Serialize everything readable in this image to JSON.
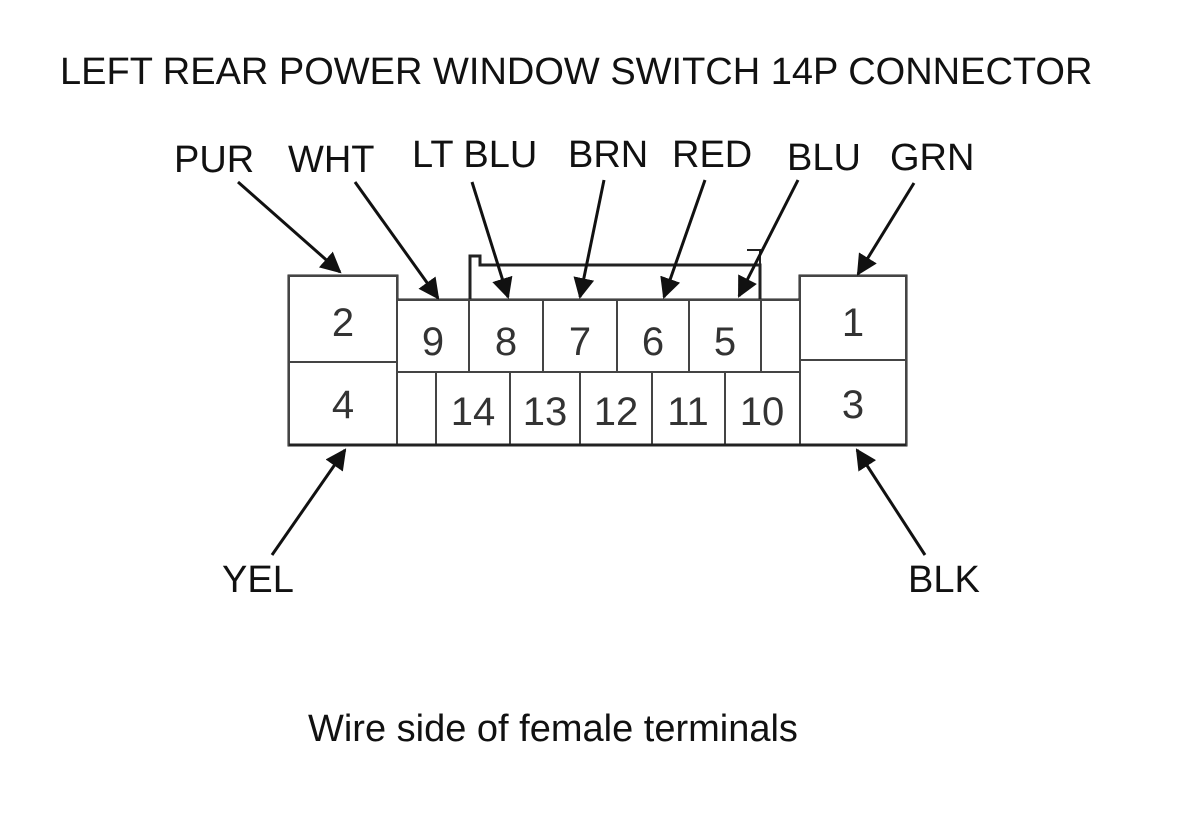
{
  "title": "LEFT REAR POWER WINDOW SWITCH 14P CONNECTOR",
  "caption": "Wire side of female terminals",
  "pins": {
    "p1": "1",
    "p2": "2",
    "p3": "3",
    "p4": "4",
    "p5": "5",
    "p6": "6",
    "p7": "7",
    "p8": "8",
    "p9": "9",
    "p10": "10",
    "p11": "11",
    "p12": "12",
    "p13": "13",
    "p14": "14"
  },
  "wires": {
    "pur": "PUR",
    "wht": "WHT",
    "ltblu": "LT BLU",
    "brn": "BRN",
    "red": "RED",
    "blu": "BLU",
    "grn": "GRN",
    "yel": "YEL",
    "blk": "BLK"
  }
}
